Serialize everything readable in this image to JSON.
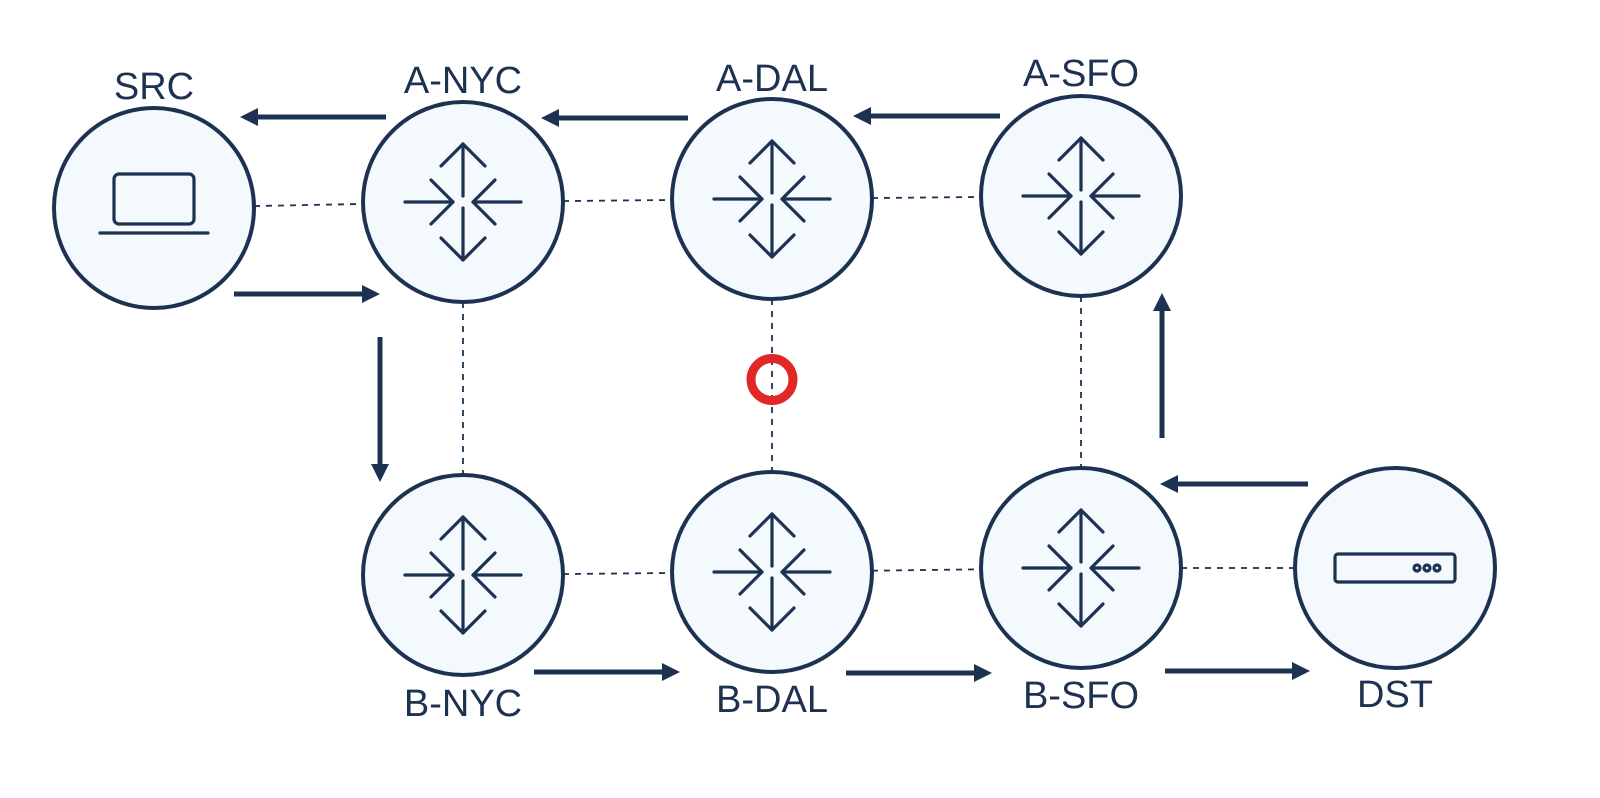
{
  "colors": {
    "ink": "#1c3250",
    "node_fill": "#f3f9fc",
    "failure": "#e32626"
  },
  "nodes": [
    {
      "id": "src",
      "label": "SRC",
      "icon": "laptop-icon"
    },
    {
      "id": "a-nyc",
      "label": "A-NYC",
      "icon": "router-icon"
    },
    {
      "id": "a-dal",
      "label": "A-DAL",
      "icon": "router-icon"
    },
    {
      "id": "a-sfo",
      "label": "A-SFO",
      "icon": "router-icon"
    },
    {
      "id": "b-nyc",
      "label": "B-NYC",
      "icon": "router-icon"
    },
    {
      "id": "b-dal",
      "label": "B-DAL",
      "icon": "router-icon"
    },
    {
      "id": "b-sfo",
      "label": "B-SFO",
      "icon": "router-icon"
    },
    {
      "id": "dst",
      "label": "DST",
      "icon": "server-icon"
    }
  ],
  "links": [
    [
      "src",
      "a-nyc"
    ],
    [
      "a-nyc",
      "a-dal"
    ],
    [
      "a-dal",
      "a-sfo"
    ],
    [
      "a-nyc",
      "b-nyc"
    ],
    [
      "a-dal",
      "b-dal"
    ],
    [
      "a-sfo",
      "b-sfo"
    ],
    [
      "b-nyc",
      "b-dal"
    ],
    [
      "b-dal",
      "b-sfo"
    ],
    [
      "b-sfo",
      "dst"
    ]
  ],
  "failed_link": [
    "a-dal",
    "b-dal"
  ],
  "flows": [
    [
      "src",
      "a-nyc"
    ],
    [
      "a-nyc",
      "b-nyc"
    ],
    [
      "b-nyc",
      "b-dal"
    ],
    [
      "b-dal",
      "b-sfo"
    ],
    [
      "b-sfo",
      "dst"
    ],
    [
      "dst",
      "b-sfo"
    ],
    [
      "b-sfo",
      "a-sfo"
    ],
    [
      "a-sfo",
      "a-dal"
    ],
    [
      "a-dal",
      "a-nyc"
    ],
    [
      "a-nyc",
      "src"
    ]
  ]
}
